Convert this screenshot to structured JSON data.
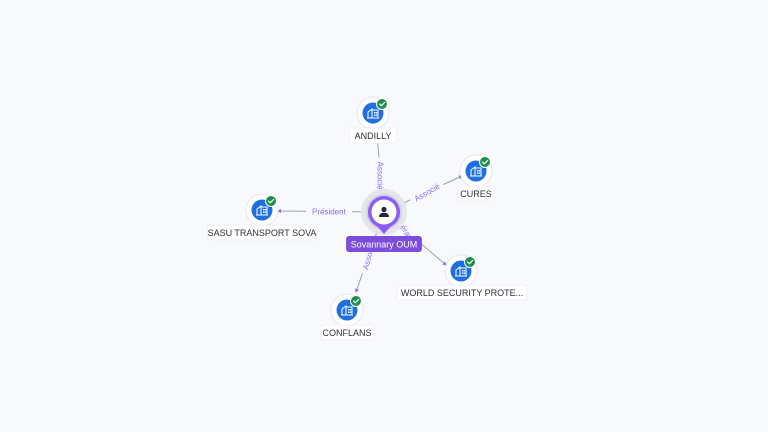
{
  "colors": {
    "background": "#f8f9fc",
    "accent": "#8b5cf6",
    "accent_dark": "#7c4ddb",
    "company_icon": "#1f6fe0",
    "verified_badge": "#1e8e4a",
    "edge": "#9aa0ac",
    "edge_label": "#8a6cf0"
  },
  "center": {
    "name": "Sovannary OUM",
    "icon": "person-icon"
  },
  "companies": [
    {
      "id": "andilly",
      "name": "ANDILLY",
      "relation": "Associé",
      "icon": "building-icon",
      "verified": true
    },
    {
      "id": "cures",
      "name": "CURES",
      "relation": "Associé",
      "icon": "building-icon",
      "verified": true
    },
    {
      "id": "sasu",
      "name": "SASU TRANSPORT SOVA",
      "relation": "Président",
      "icon": "building-icon",
      "verified": true
    },
    {
      "id": "world",
      "name": "WORLD SECURITY PROTE...",
      "relation": "Gérant",
      "icon": "building-icon",
      "verified": true
    },
    {
      "id": "conflans",
      "name": "CONFLANS",
      "relation": "Associé",
      "icon": "building-icon",
      "verified": true
    }
  ]
}
